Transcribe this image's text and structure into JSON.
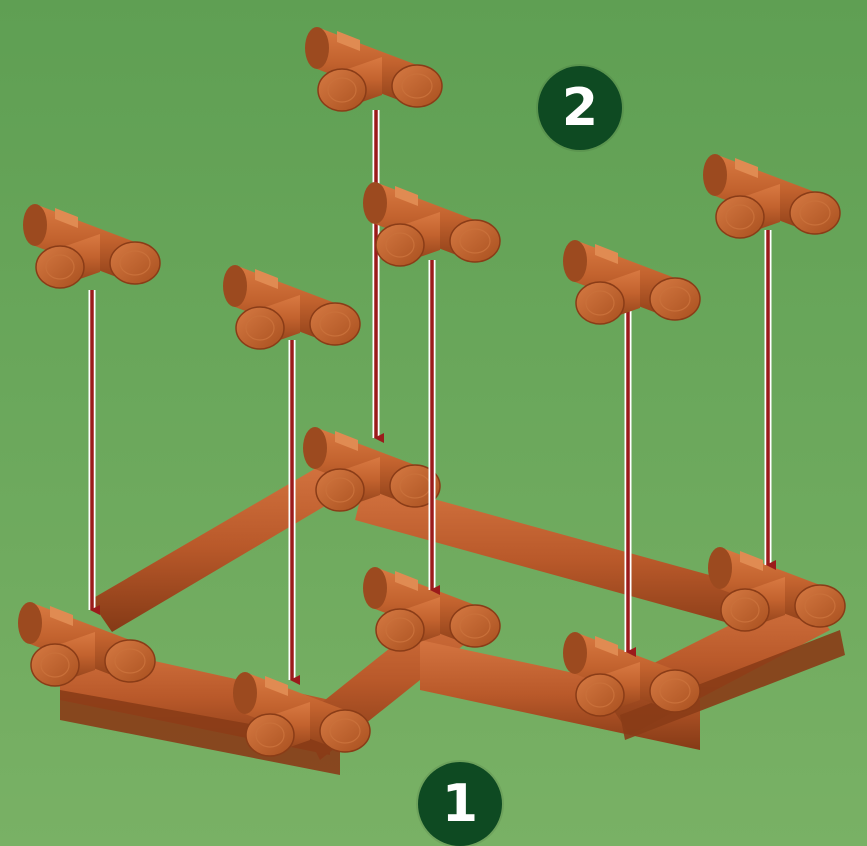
{
  "steps": {
    "step_1": "1",
    "step_2": "2"
  },
  "colors": {
    "background_top": "#5f9f53",
    "background_bottom": "#79b165",
    "log_wood": "#c2622e",
    "log_end": "#b85a2a",
    "arrow": "#9b1b1b",
    "badge": "#0e4a22"
  },
  "icons": [
    "log-connector-piece",
    "down-arrow"
  ]
}
